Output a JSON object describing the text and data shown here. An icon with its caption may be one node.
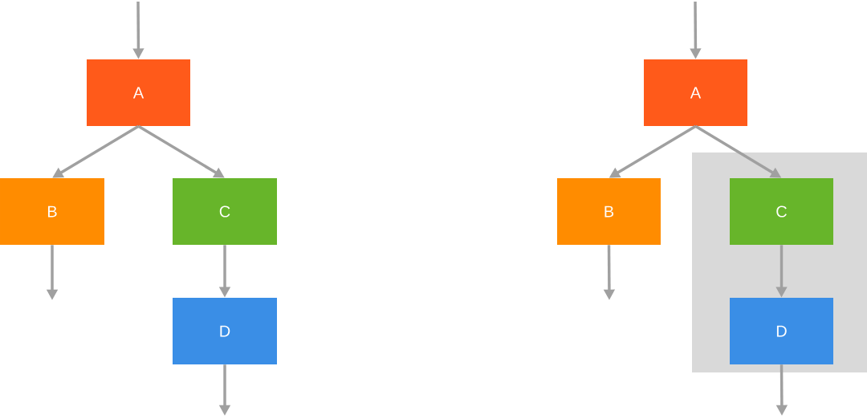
{
  "diagram": {
    "nodes": [
      {
        "text": [
          "A"
        ]
      },
      {
        "text": [
          "B"
        ]
      },
      {
        "text": [
          "C"
        ]
      },
      {
        "text": [
          "D"
        ]
      },
      {
        "text": [
          "A"
        ]
      },
      {
        "text": [
          "B"
        ]
      },
      {
        "text": [],
        "shape": "box"
      },
      {
        "text": [
          "C"
        ],
        "in": 6
      },
      {
        "text": [
          "D"
        ],
        "in": 6
      }
    ],
    "edges": [
      {
        "from": null,
        "to": 0,
        "arrow": "to"
      },
      {
        "from": 0,
        "to": 1,
        "arrow": "to"
      },
      {
        "from": 0,
        "to": 2,
        "arrow": "to"
      },
      {
        "from": 1,
        "to": null,
        "arrow": "to"
      },
      {
        "from": 2,
        "to": 3,
        "arrow": "to"
      },
      {
        "from": 3,
        "to": null,
        "arrow": "to"
      },
      {
        "from": null,
        "to": 4,
        "arrow": "to"
      },
      {
        "from": 4,
        "to": 5,
        "arrow": "to"
      },
      {
        "from": 4,
        "to": 7,
        "arrow": "to"
      },
      {
        "from": 5,
        "to": null,
        "arrow": "to"
      },
      {
        "from": 7,
        "to": 8,
        "arrow": "to"
      },
      {
        "from": 8,
        "to": null,
        "arrow": "to"
      }
    ]
  }
}
